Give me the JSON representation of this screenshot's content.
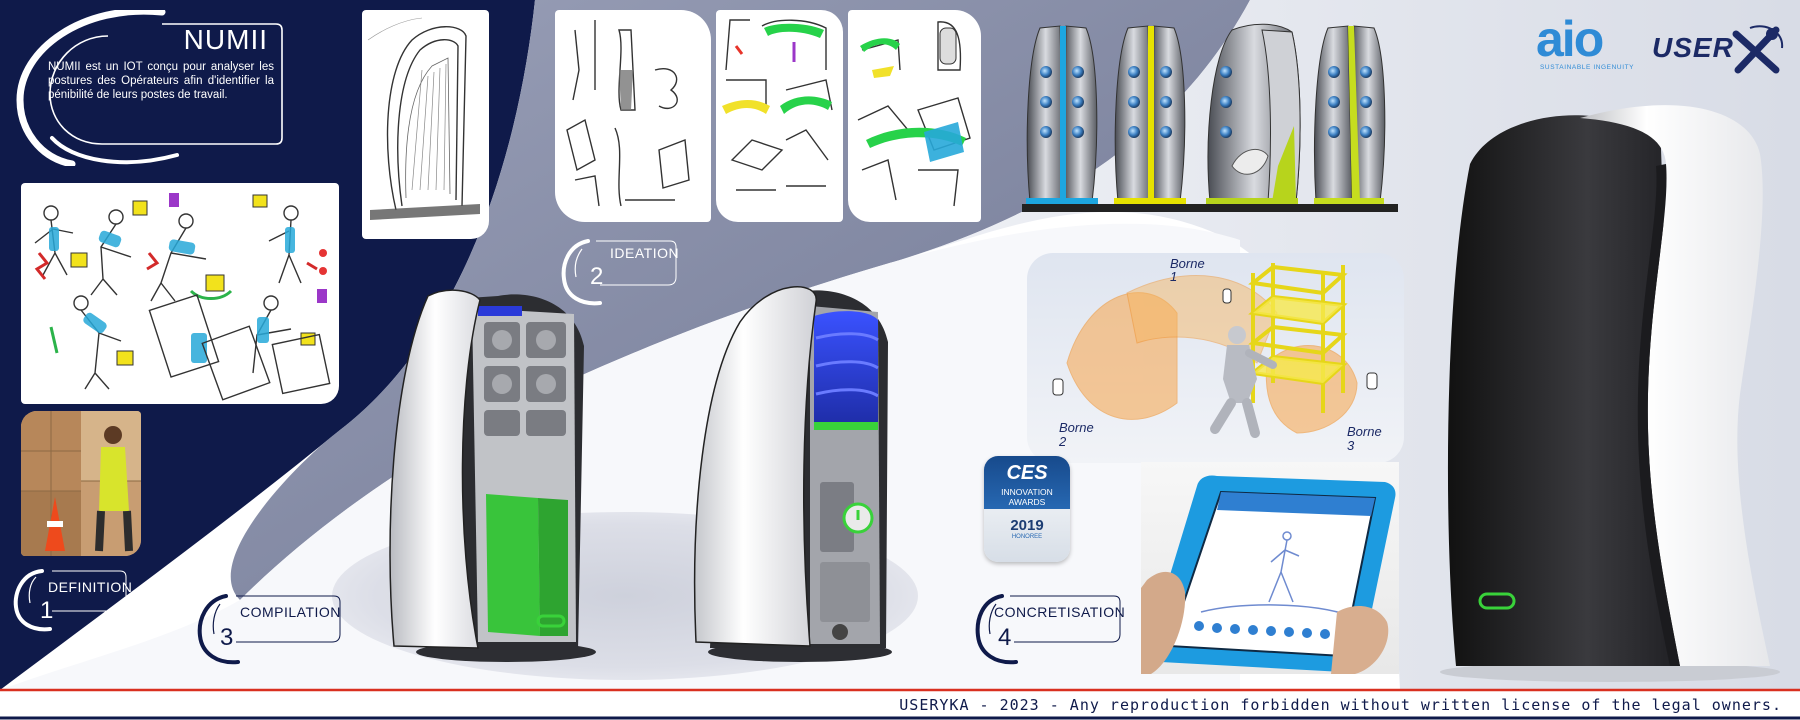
{
  "header": {
    "title": "NUMII",
    "description": "NUMII est un IOT conçu pour analyser les postures des Opérateurs afin d'identifier la pénibilité de leurs postes de travail."
  },
  "logos": {
    "aio_mark": "aio",
    "aio_tagline": "SUSTAINABLE INGENUITY",
    "userx": "USER"
  },
  "steps": [
    {
      "label": "DEFINITION",
      "number": "1"
    },
    {
      "label": "IDEATION",
      "number": "2"
    },
    {
      "label": "COMPILATION",
      "number": "3"
    },
    {
      "label": "CONCRETISATION",
      "number": "4"
    }
  ],
  "scene_labels": {
    "borne1_title": "Borne",
    "borne1_num": "1",
    "borne2_title": "Borne",
    "borne2_num": "2",
    "borne3_title": "Borne",
    "borne3_num": "3"
  },
  "ces_badge": {
    "top": "CES",
    "line1": "INNOVATION",
    "line2": "AWARDS",
    "year": "2019",
    "sub": "HONOREE"
  },
  "footer": {
    "copyright": "USERYKA - 2023 - Any reproduction forbidden without written license of the legal owners."
  },
  "colors": {
    "navy": "#0f1a4a",
    "slate": "#8d93ab",
    "accent_green": "#39d23a",
    "accent_blue": "#2a3ad9",
    "accent_yellow": "#e6e200",
    "accent_cyan": "#19a9e0",
    "footer_red": "#d93020"
  }
}
